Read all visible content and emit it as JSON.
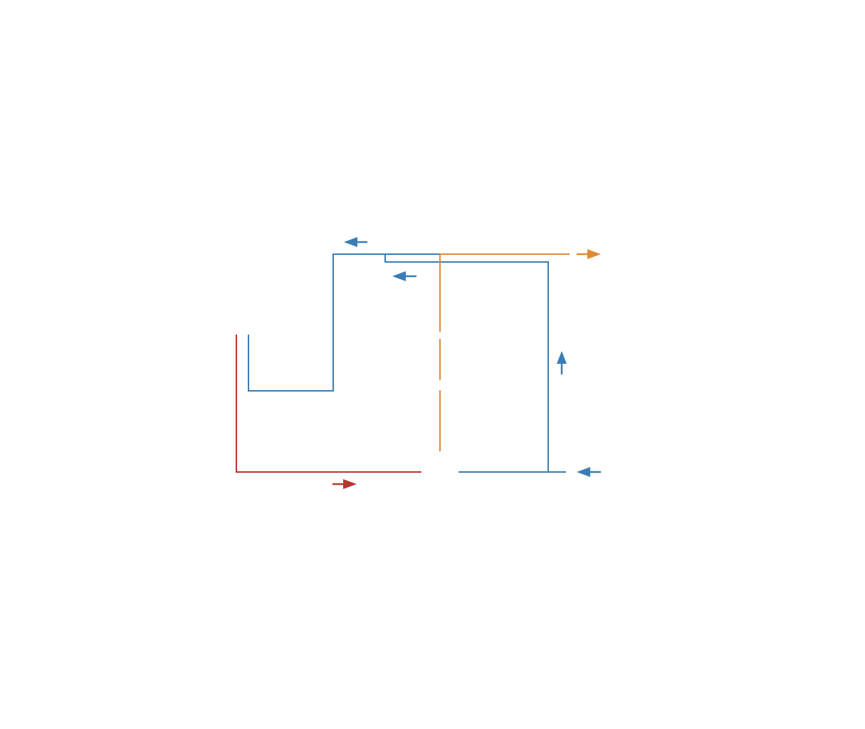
{
  "colors": {
    "blue": "#3a7db5",
    "orange": "#e08a35",
    "red": "#b5372e",
    "background": "#ffffff"
  },
  "flows": [
    {
      "name": "blue-loop",
      "color_key": "blue"
    },
    {
      "name": "orange-outlet",
      "color_key": "orange"
    },
    {
      "name": "red-outlet",
      "color_key": "red"
    },
    {
      "name": "blue-inlet",
      "color_key": "blue"
    }
  ],
  "arrows": [
    {
      "name": "blue-left-arrow-top",
      "direction": "left",
      "color_key": "blue"
    },
    {
      "name": "blue-left-arrow-inner",
      "direction": "left",
      "color_key": "blue"
    },
    {
      "name": "orange-right-arrow",
      "direction": "right",
      "color_key": "orange"
    },
    {
      "name": "blue-up-arrow",
      "direction": "up",
      "color_key": "blue"
    },
    {
      "name": "blue-left-arrow-bottom",
      "direction": "left",
      "color_key": "blue"
    },
    {
      "name": "red-right-arrow",
      "direction": "right",
      "color_key": "red"
    }
  ]
}
